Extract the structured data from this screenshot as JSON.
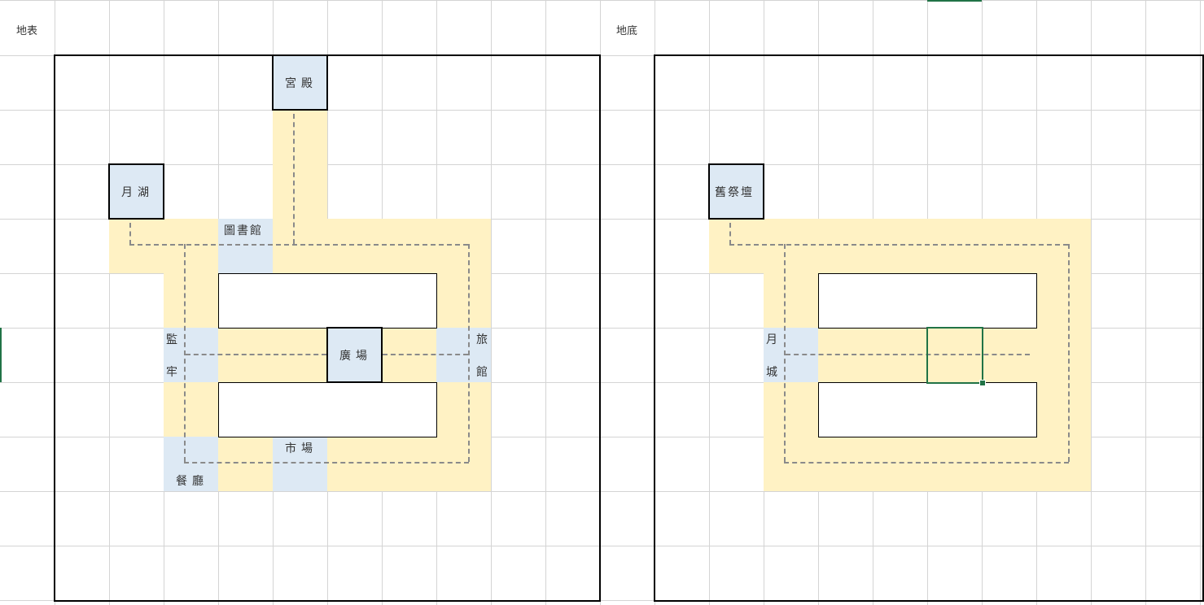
{
  "sheets": {
    "surface": {
      "label": "地表",
      "places": {
        "palace": "宮殿",
        "moon_lake": "月湖",
        "library": "圖書館",
        "prison_top": "監",
        "prison_bottom": "牢",
        "square": "廣場",
        "inn_top": "旅",
        "inn_bottom": "館",
        "market": "市場",
        "restaurant": "餐廳"
      }
    },
    "underground": {
      "label": "地底",
      "places": {
        "old_altar": "舊祭壇",
        "moon_city_top": "月",
        "moon_city_bottom": "城"
      }
    }
  },
  "colors": {
    "path": "#fff2c4",
    "place": "#dde9f4",
    "grid": "#d4d4d4",
    "selection": "#217346"
  }
}
